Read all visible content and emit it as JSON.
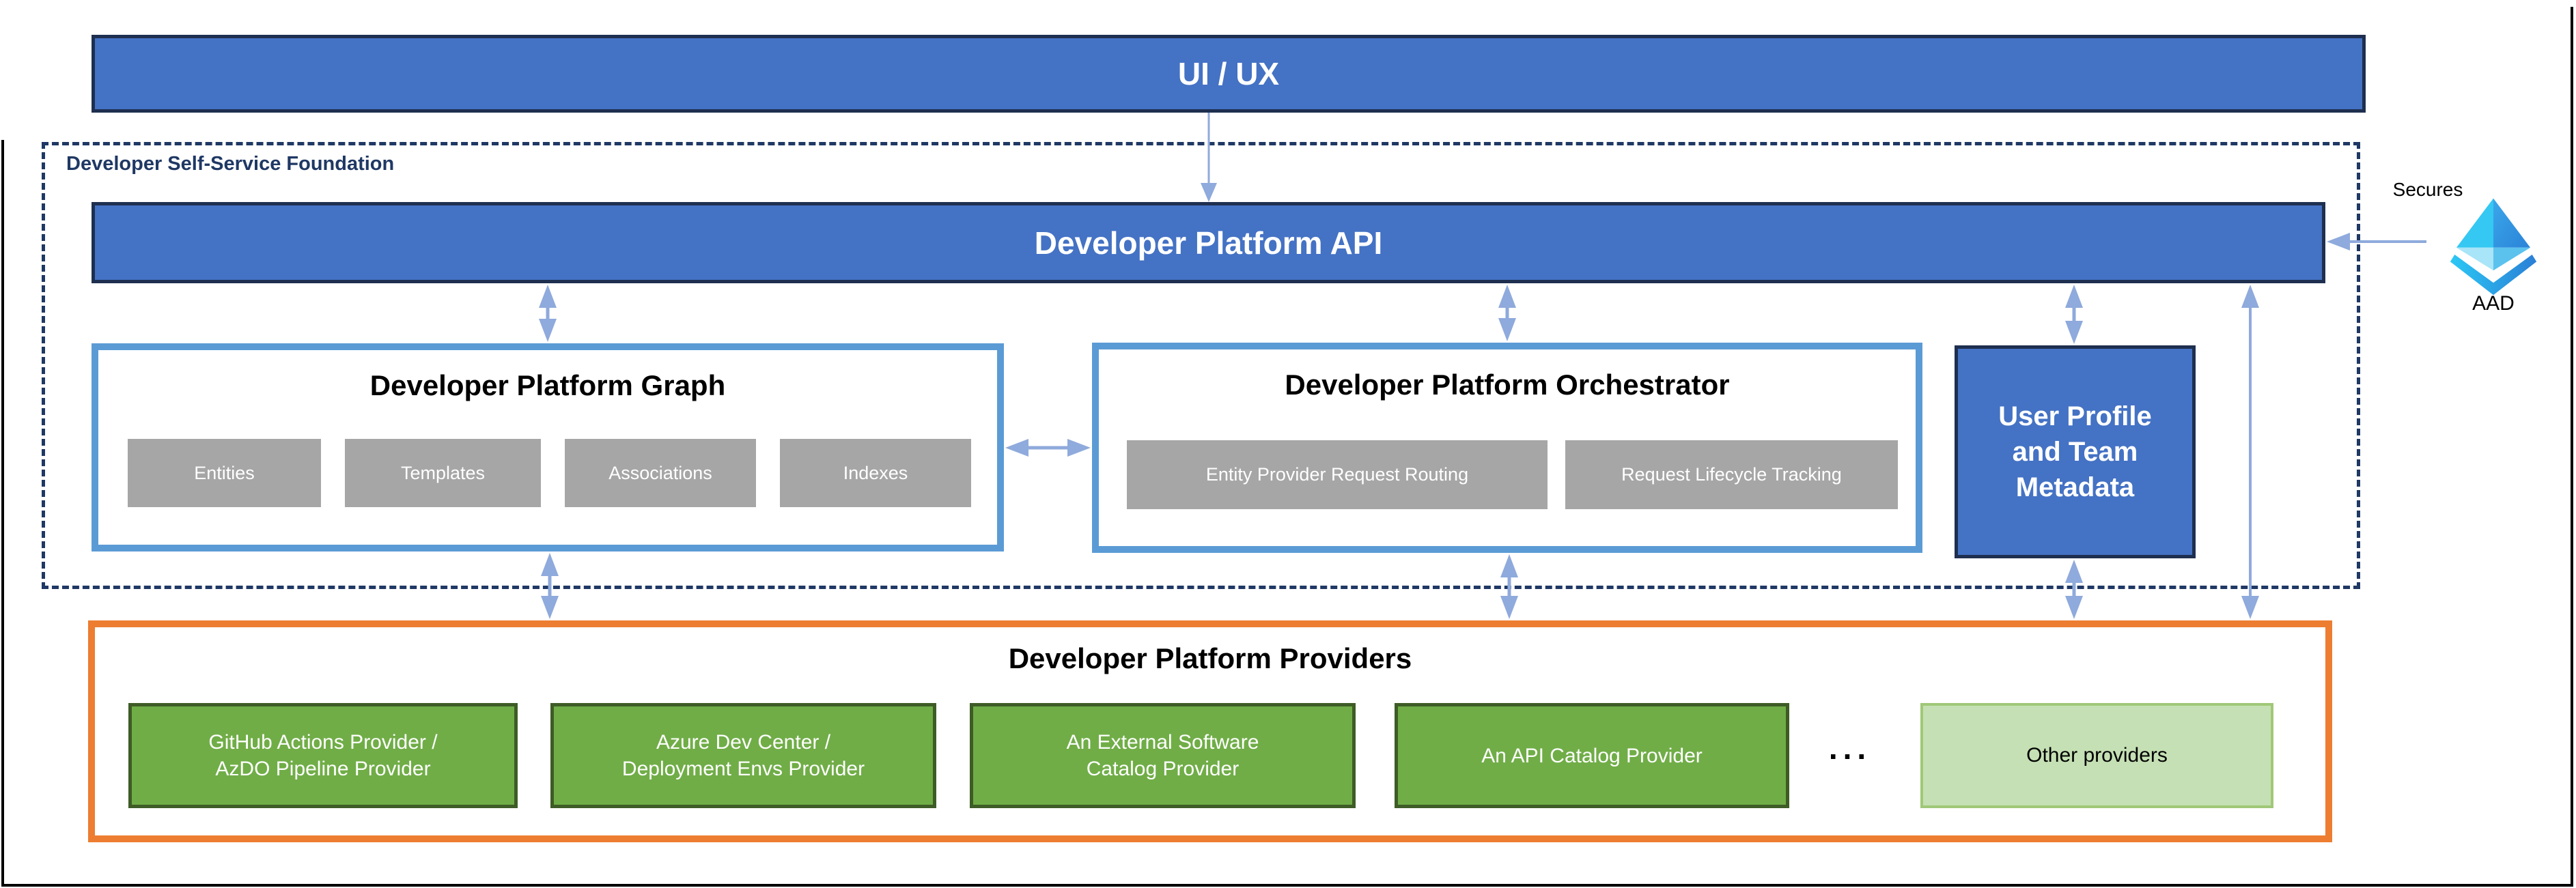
{
  "colors": {
    "bar-blue": "#4472C4",
    "bar-border": "#1E2F4F",
    "navy": "#1F3864",
    "box-border-blue": "#5B9BD5",
    "gray": "#A6A6A6",
    "arrow": "#8FAADC",
    "orange": "#ED7D31",
    "green": "#70AD47",
    "green-border": "#3E5C26",
    "light-green": "#C5E0B4",
    "light-green-border": "#A0C878",
    "frame": "#000000"
  },
  "ui_ux": {
    "label": "UI / UX"
  },
  "foundation": {
    "label": "Developer Self-Service Foundation"
  },
  "api": {
    "label": "Developer Platform API"
  },
  "graph": {
    "title": "Developer Platform Graph",
    "items": [
      "Entities",
      "Templates",
      "Associations",
      "Indexes"
    ]
  },
  "orchestrator": {
    "title": "Developer Platform Orchestrator",
    "items": [
      "Entity Provider Request Routing",
      "Request Lifecycle Tracking"
    ]
  },
  "user_profile": {
    "label": "User Profile\nand Team\nMetadata"
  },
  "aad": {
    "secures": "Secures",
    "label": "AAD"
  },
  "providers": {
    "title": "Developer Platform Providers",
    "items": [
      "GitHub Actions Provider /\nAzDO Pipeline Provider",
      "Azure Dev Center /\nDeployment Envs Provider",
      "An External Software\nCatalog Provider",
      "An API Catalog Provider"
    ],
    "ellipsis": "...",
    "other": "Other providers"
  }
}
